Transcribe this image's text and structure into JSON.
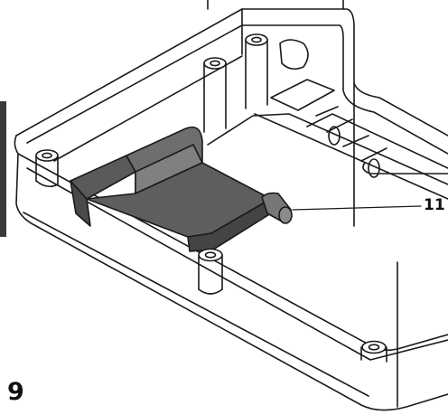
{
  "figure": {
    "number": "9",
    "callouts": [
      {
        "label": "11",
        "target": "mounting-clip"
      }
    ]
  },
  "colors": {
    "line": "#1a1a1a",
    "clip_fill": "#666666",
    "clip_dark": "#4a4a4a",
    "clip_light": "#8a8a8a",
    "housing_fill": "#ffffff",
    "side_bar": "#3a3a3a"
  }
}
